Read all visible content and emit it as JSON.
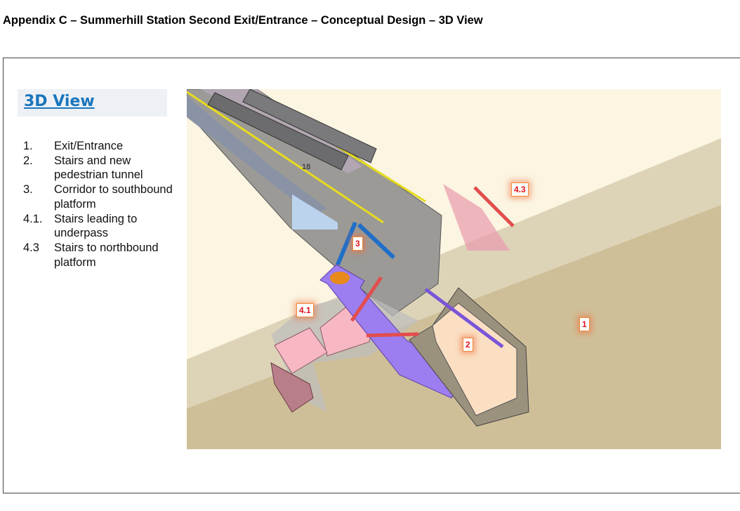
{
  "title": "Appendix C – Summerhill Station Second Exit/Entrance – Conceptual Design – 3D View",
  "heading": "3D View",
  "legend": [
    {
      "num": "1.",
      "text": "Exit/Entrance"
    },
    {
      "num": "2.",
      "text": "Stairs and new pedestrian tunnel"
    },
    {
      "num": "3.",
      "text": "Corridor to southbound platform"
    },
    {
      "num": "4.1.",
      "text": "Stairs leading to underpass"
    },
    {
      "num": "4.3",
      "text": "Stairs to northbound platform"
    }
  ],
  "diagram": {
    "train_number": "18",
    "tags": {
      "t1": "1",
      "t2": "2",
      "t3": "3",
      "t41": "4.1",
      "t43": "4.3"
    }
  }
}
